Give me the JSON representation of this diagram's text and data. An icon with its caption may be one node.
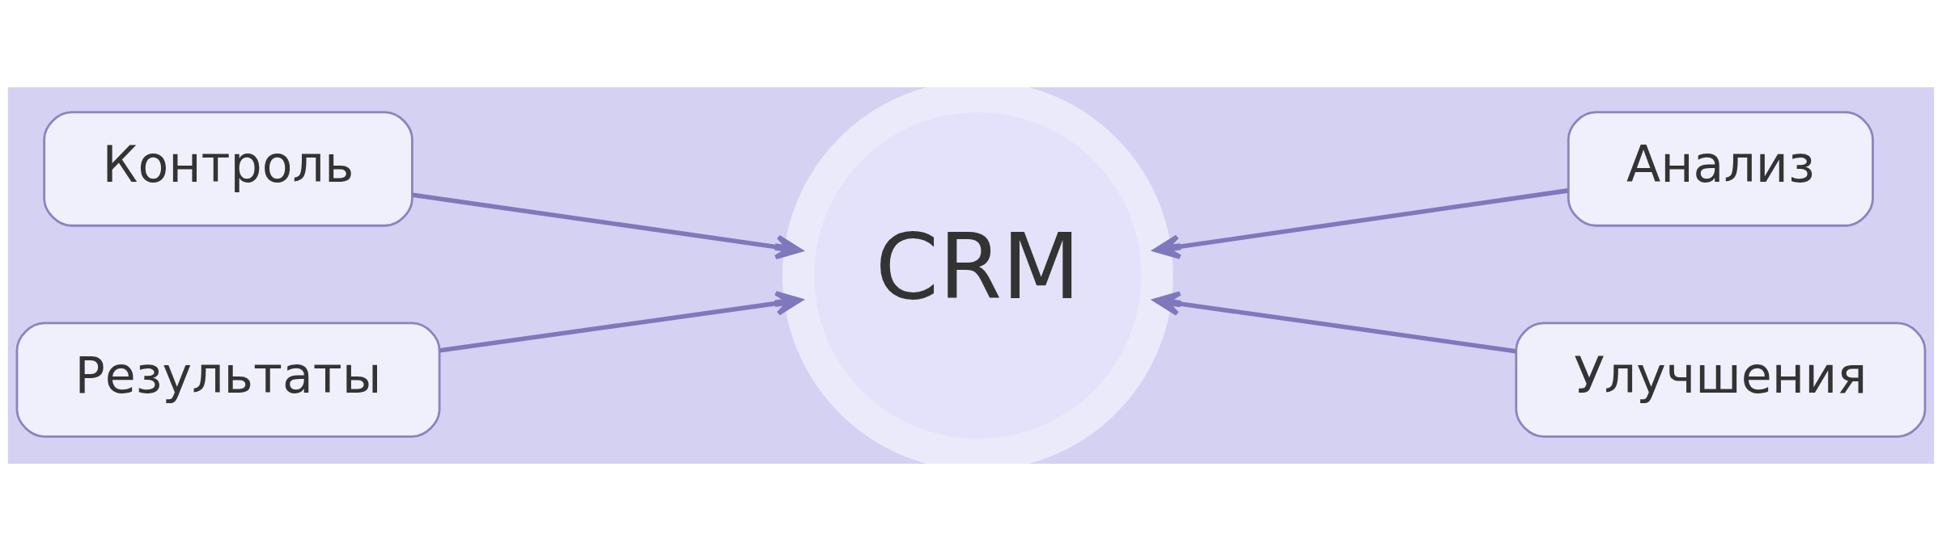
{
  "diagram": {
    "nodes": [
      {
        "text": [
          "Контроль"
        ]
      },
      {
        "text": [
          "Результаты"
        ]
      },
      {
        "text": [
          "CRM"
        ]
      },
      {
        "text": [
          "Анализ"
        ]
      },
      {
        "text": [
          "Улучшения"
        ]
      }
    ],
    "edges": [
      {
        "from": 0,
        "to": 2,
        "arrow": "to"
      },
      {
        "from": 1,
        "to": 2,
        "arrow": "to"
      },
      {
        "from": 3,
        "to": 2,
        "arrow": "to"
      },
      {
        "from": 4,
        "to": 2,
        "arrow": "to"
      }
    ]
  }
}
